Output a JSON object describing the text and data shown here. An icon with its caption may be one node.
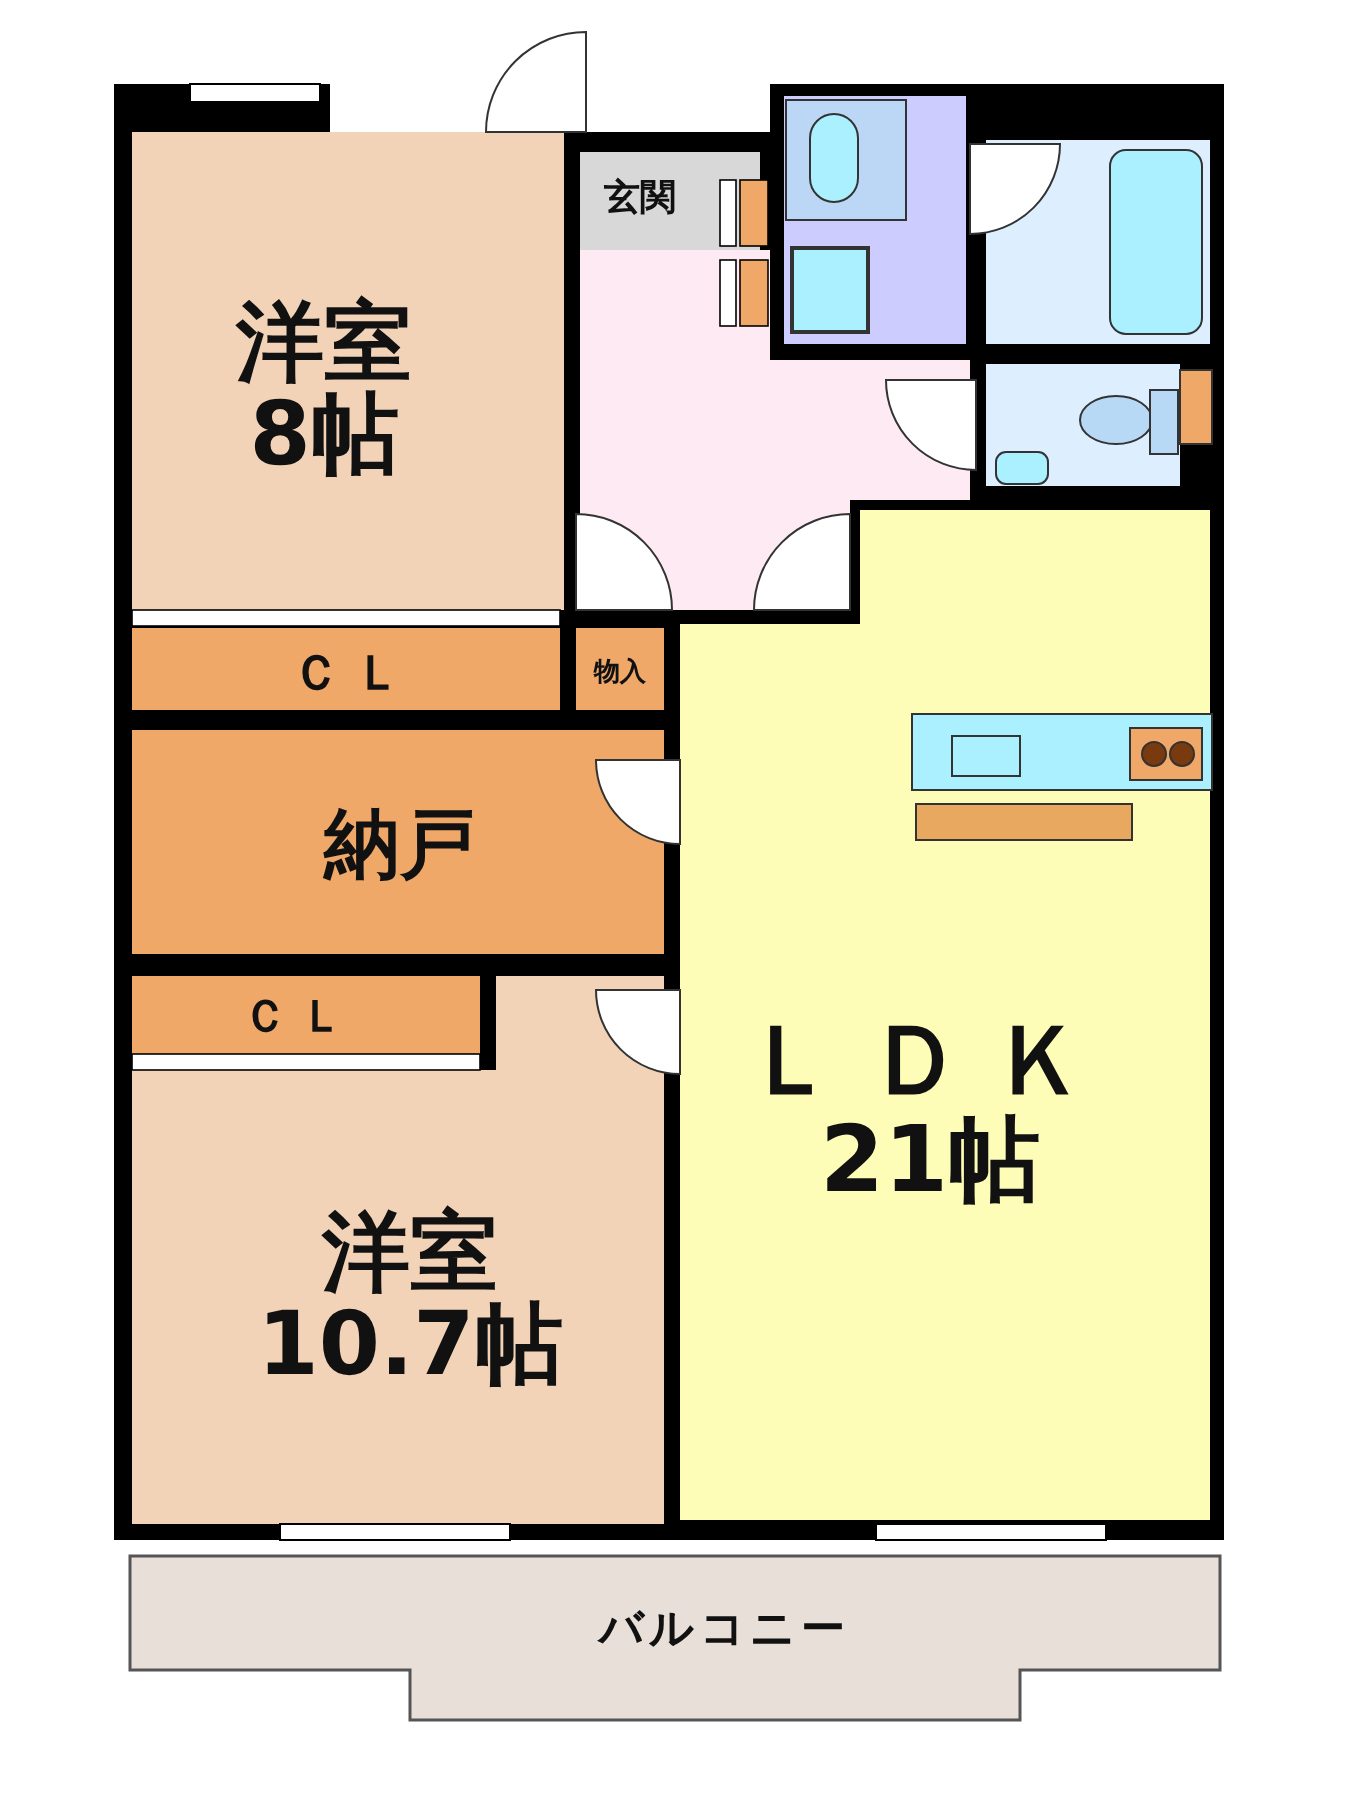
{
  "diagram": {
    "nodes": [
      {
        "text": [
          "洋室",
          "8帖"
        ]
      },
      {
        "text": [
          "玄関"
        ]
      },
      {
        "text": [],
        "shape": "box"
      },
      {
        "text": [],
        "shape": "box"
      },
      {
        "text": [],
        "shape": "box"
      },
      {
        "text": [],
        "shape": "box"
      },
      {
        "text": [
          "ＣＬ"
        ]
      },
      {
        "text": [
          "物入"
        ]
      },
      {
        "text": [
          "ＬＤＫ",
          "21帖"
        ]
      },
      {
        "text": [
          "納戸"
        ]
      },
      {
        "text": [
          "ＣＬ"
        ]
      },
      {
        "text": [
          "洋室",
          "10.7帖"
        ]
      },
      {
        "text": [
          "バルコニー"
        ]
      }
    ]
  }
}
